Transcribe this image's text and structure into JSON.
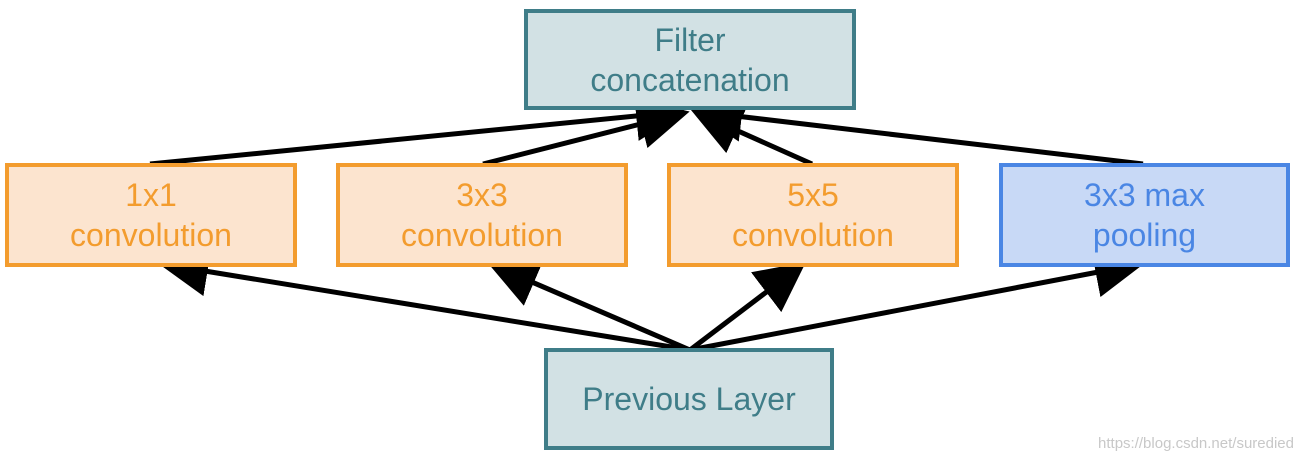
{
  "nodes": {
    "filter_concat": {
      "line1": "Filter",
      "line2": "concatenation"
    },
    "conv1x1": {
      "line1": "1x1",
      "line2": "convolution"
    },
    "conv3x3": {
      "line1": "3x3",
      "line2": "convolution"
    },
    "conv5x5": {
      "line1": "5x5",
      "line2": "convolution"
    },
    "maxpool": {
      "line1": "3x3 max",
      "line2": "pooling"
    },
    "previous_layer": {
      "line1": "Previous Layer"
    }
  },
  "watermark": "https://blog.csdn.net/suredied",
  "colors": {
    "teal_fill": "#d2e1e4",
    "teal_stroke": "#3f7d88",
    "orange_fill": "#fce4cf",
    "orange_stroke": "#f39c2e",
    "blue_fill": "#c8d9f6",
    "blue_stroke": "#4a86e4",
    "arrow": "#000000"
  }
}
